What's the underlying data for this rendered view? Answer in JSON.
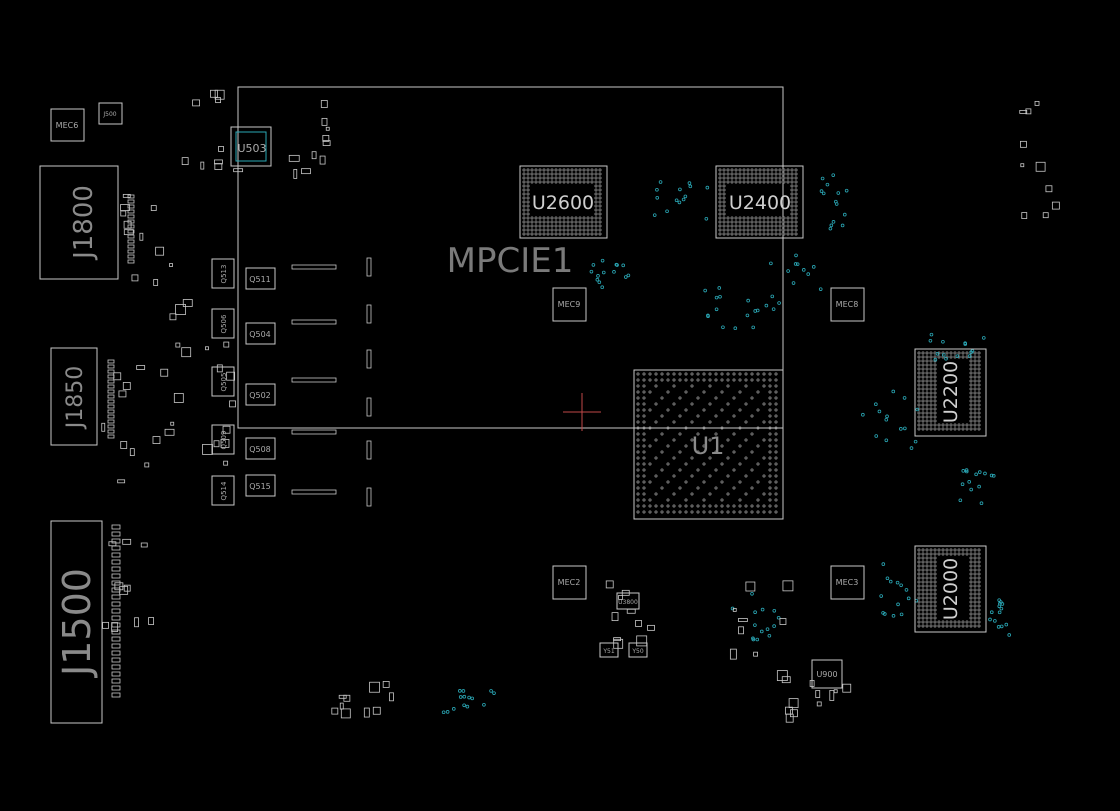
{
  "board": {
    "colors": {
      "background": "#000000",
      "outline": "#c8c8c8",
      "pad": "#9a9a9a",
      "via": "#2aa7b5",
      "cursor": "#c04848",
      "big_label": "#7a7a7a",
      "small_label": "#aaaaaa"
    },
    "region_label": "MPCIE1",
    "parts": {
      "j1800": "J1800",
      "j1850": "J1850",
      "j1500": "J1500",
      "j500": "J500",
      "u503": "U503",
      "u2600": "U2600",
      "u2400": "U2400",
      "u2200": "U2200",
      "u2000": "U2000",
      "u1": "U1",
      "u900": "U900",
      "u3800": "U3800",
      "y50": "Y50",
      "y51": "Y51",
      "mec6": "MEC6",
      "mec9": "MEC9",
      "mec8": "MEC8",
      "mec2": "MEC2",
      "mec3": "MEC3",
      "q511": "Q511",
      "q504": "Q504",
      "q502": "Q502",
      "q508": "Q508",
      "q515": "Q515",
      "q513": "Q513",
      "q506": "Q506",
      "q505": "Q505",
      "q509": "Q509",
      "q514": "Q514"
    }
  }
}
